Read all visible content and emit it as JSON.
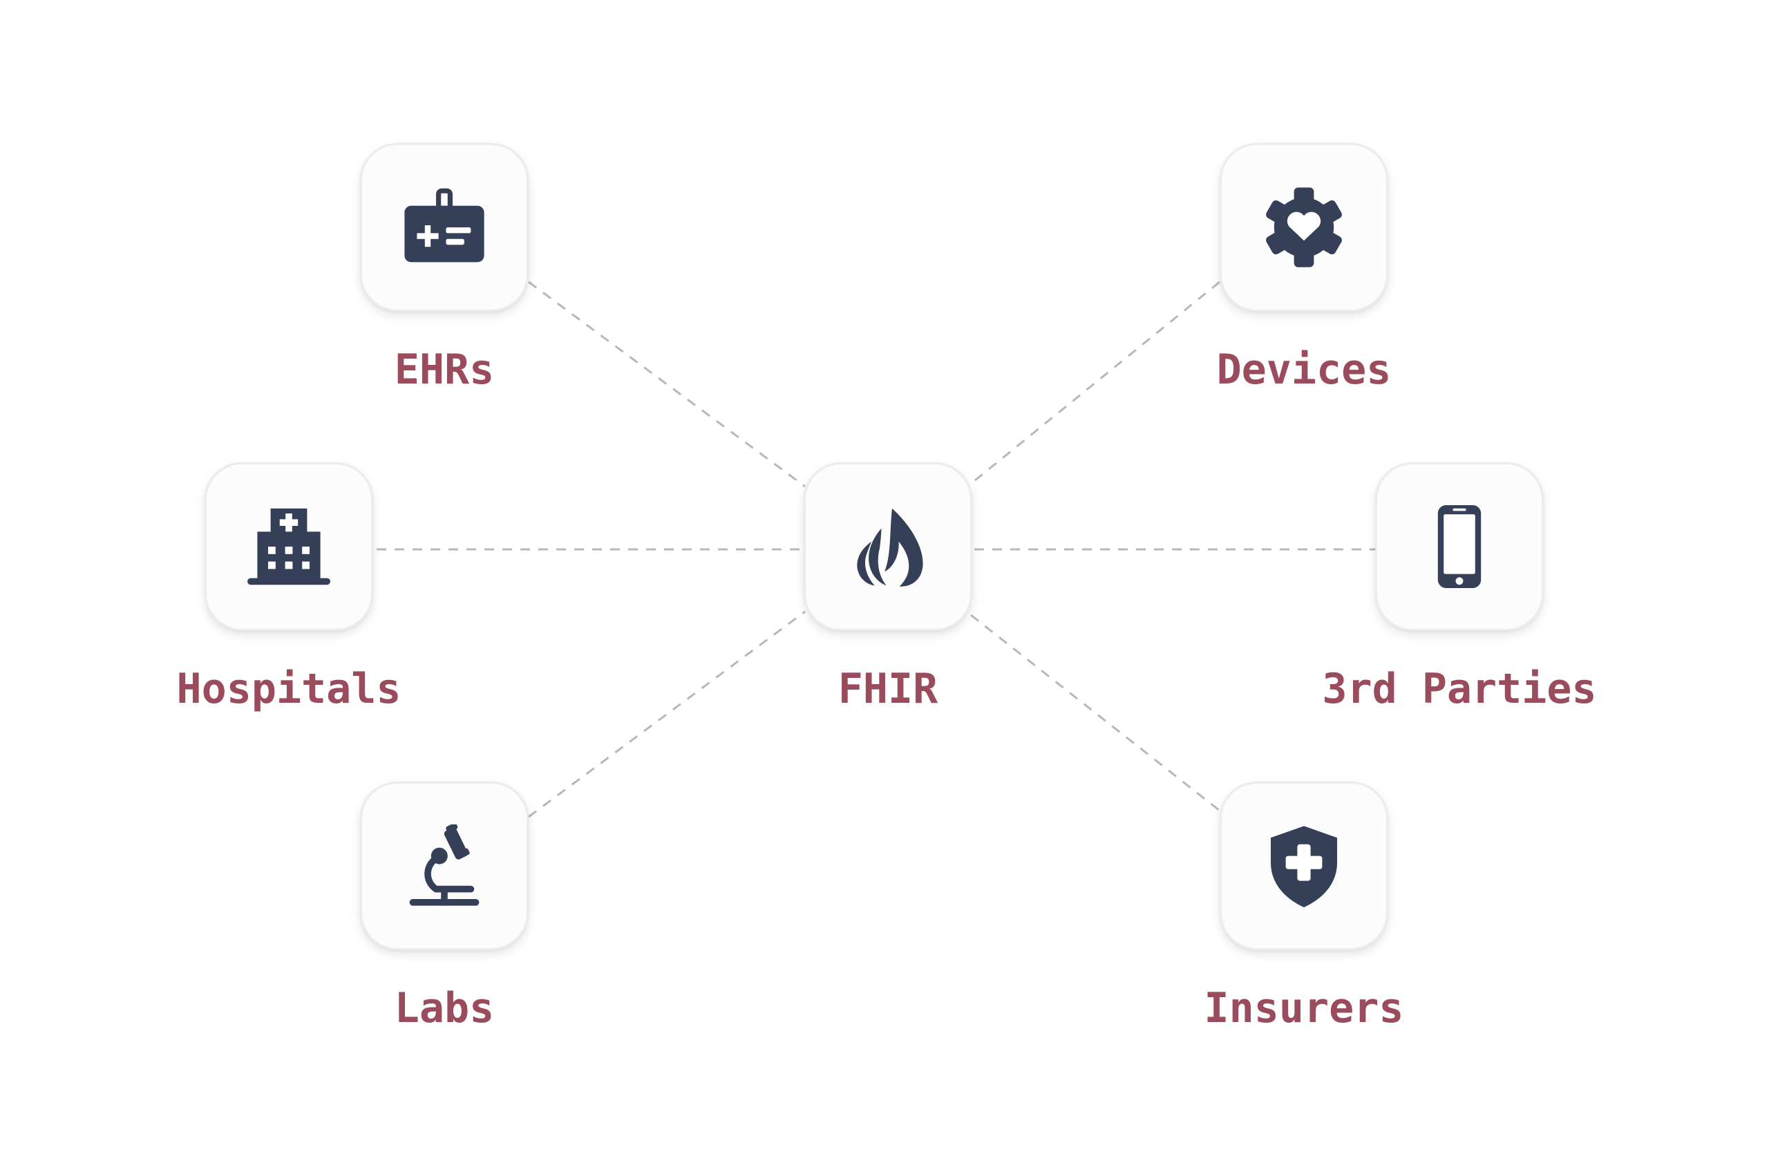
{
  "diagram": {
    "hub": {
      "label": "FHIR",
      "icon": "flame-icon"
    },
    "nodes": [
      {
        "id": "ehrs",
        "label": "EHRs",
        "icon": "medical-id-card-icon"
      },
      {
        "id": "devices",
        "label": "Devices",
        "icon": "gear-heart-icon"
      },
      {
        "id": "hospitals",
        "label": "Hospitals",
        "icon": "hospital-building-icon"
      },
      {
        "id": "third-parties",
        "label": "3rd Parties",
        "icon": "smartphone-icon"
      },
      {
        "id": "labs",
        "label": "Labs",
        "icon": "microscope-icon"
      },
      {
        "id": "insurers",
        "label": "Insurers",
        "icon": "shield-plus-icon"
      }
    ],
    "colors": {
      "label": "#9a4b5c",
      "icon": "#353f57",
      "connector": "#b8b8b8",
      "tile_background": "#fcfcfc",
      "tile_border": "#ececec"
    }
  }
}
